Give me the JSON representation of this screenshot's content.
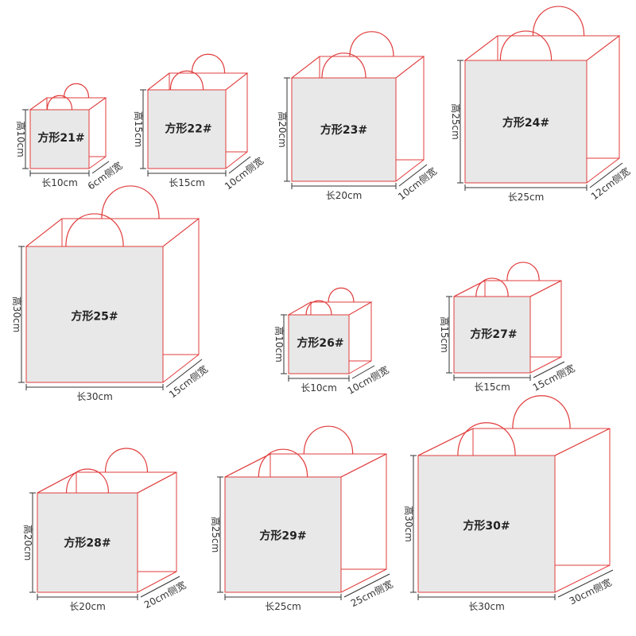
{
  "colors": {
    "line": "#e03c3c",
    "face": "#e8e8e8",
    "text": "#222222"
  },
  "bags": [
    {
      "label": "方形21#",
      "length": "长10cm",
      "height": "高10cm",
      "side": "6cm侧宽"
    },
    {
      "label": "方形22#",
      "length": "长15cm",
      "height": "高15cm",
      "side": "10cm侧宽"
    },
    {
      "label": "方形23#",
      "length": "长20cm",
      "height": "高20cm",
      "side": "10cm侧宽"
    },
    {
      "label": "方形24#",
      "length": "长25cm",
      "height": "高25cm",
      "side": "12cm侧宽"
    },
    {
      "label": "方形25#",
      "length": "长30cm",
      "height": "高30cm",
      "side": "15cm侧宽"
    },
    {
      "label": "方形26#",
      "length": "长10cm",
      "height": "高10cm",
      "side": "10cm侧宽"
    },
    {
      "label": "方形27#",
      "length": "长15cm",
      "height": "高15cm",
      "side": "15cm侧宽"
    },
    {
      "label": "方形28#",
      "length": "长20cm",
      "height": "高20cm",
      "side": "20cm侧宽"
    },
    {
      "label": "方形29#",
      "length": "长25cm",
      "height": "高25cm",
      "side": "25cm侧宽"
    },
    {
      "label": "方形30#",
      "length": "长30cm",
      "height": "高30cm",
      "side": "30cm侧宽"
    }
  ]
}
